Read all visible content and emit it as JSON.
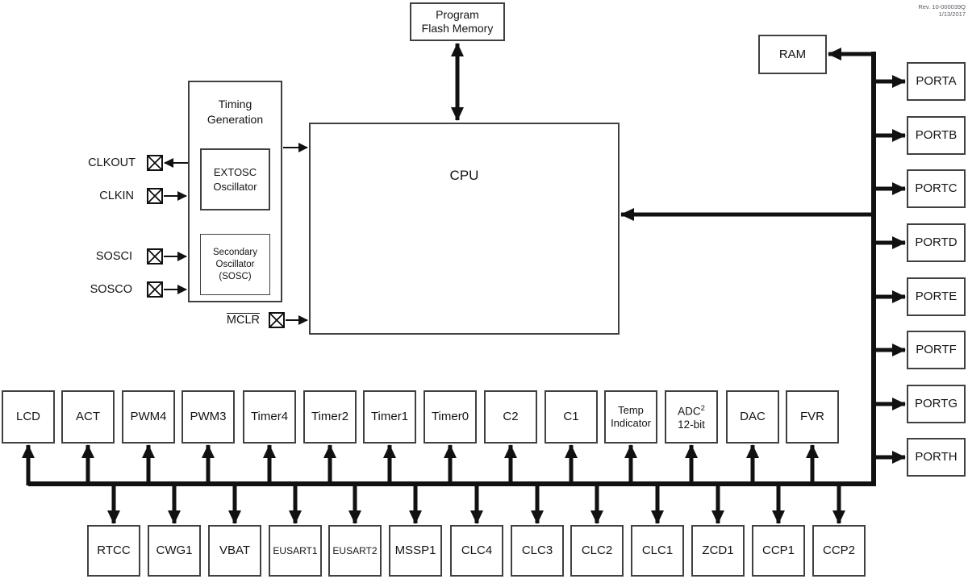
{
  "rev": {
    "line1": "Rev. 10-000039Q",
    "line2": "1/13/2017"
  },
  "memory": {
    "flash": [
      "Program",
      "Flash Memory"
    ],
    "ram": "RAM"
  },
  "cpu": {
    "label": "CPU"
  },
  "timing": {
    "title": [
      "Timing",
      "Generation"
    ],
    "extosc": [
      "EXTOSC",
      "Oscillator"
    ],
    "sosc": [
      "Secondary",
      "Oscillator",
      "(SOSC)"
    ]
  },
  "pins": {
    "clkout": "CLKOUT",
    "clkin": "CLKIN",
    "sosci": "SOSCI",
    "sosco": "SOSCO",
    "mclr": "MCLR"
  },
  "ports": [
    "PORTA",
    "PORTB",
    "PORTC",
    "PORTD",
    "PORTE",
    "PORTF",
    "PORTG",
    "PORTH"
  ],
  "peripherals_top": [
    {
      "l1": "LCD"
    },
    {
      "l1": "ACT"
    },
    {
      "l1": "PWM4"
    },
    {
      "l1": "PWM3"
    },
    {
      "l1": "Timer4"
    },
    {
      "l1": "Timer2"
    },
    {
      "l1": "Timer1"
    },
    {
      "l1": "Timer0"
    },
    {
      "l1": "C2"
    },
    {
      "l1": "C1"
    },
    {
      "l1": "Temp",
      "l2": "Indicator"
    },
    {
      "l1": "ADC",
      "sup": "2",
      "l2": "12-bit"
    },
    {
      "l1": "DAC"
    },
    {
      "l1": "FVR"
    }
  ],
  "peripherals_bottom": [
    "RTCC",
    "CWG1",
    "VBAT",
    "EUSART1",
    "EUSART2",
    "MSSP1",
    "CLC4",
    "CLC3",
    "CLC2",
    "CLC1",
    "ZCD1",
    "CCP1",
    "CCP2"
  ]
}
